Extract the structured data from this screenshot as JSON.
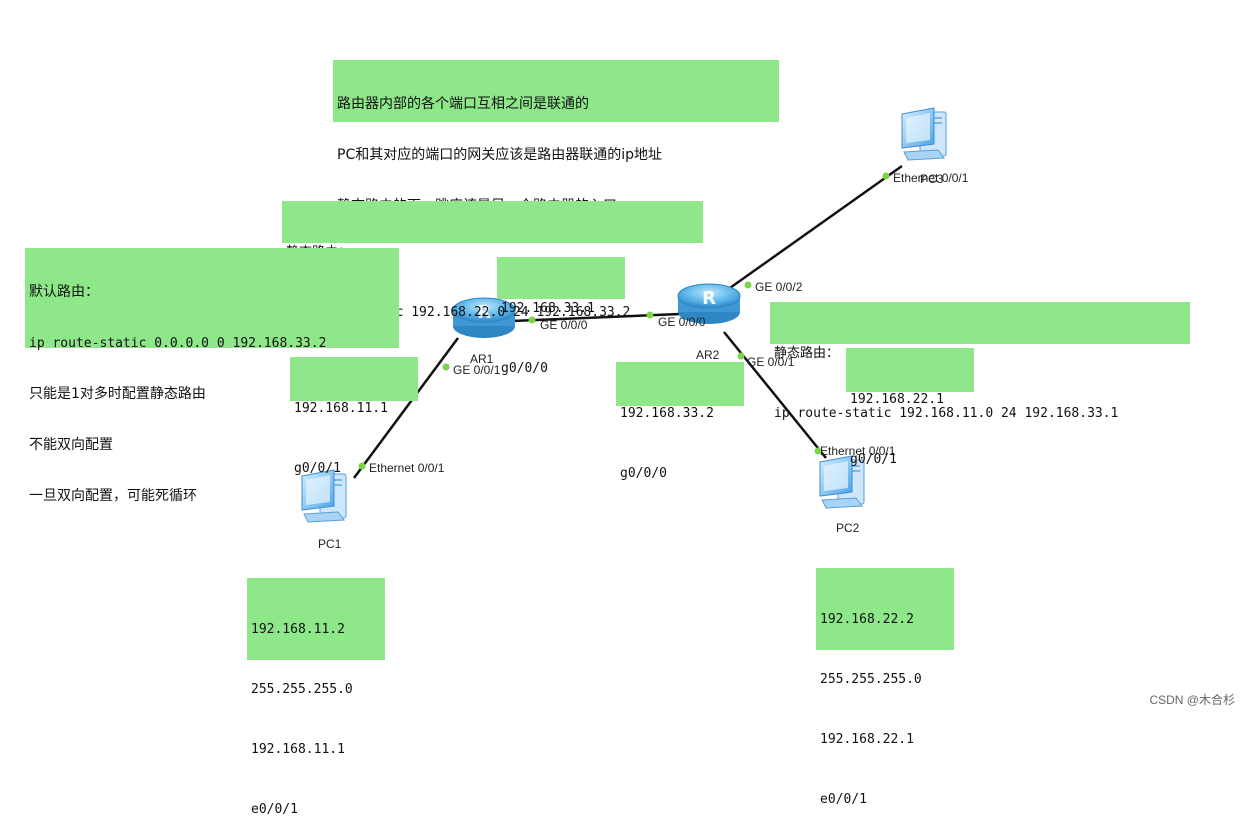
{
  "colors": {
    "note_bg": "#8ee88a",
    "link": "#111111",
    "port_dot": "#7ad34a",
    "router": "#4aa8e0",
    "pc": "#5aa8ea"
  },
  "notes": {
    "principles": {
      "lines": [
        "路由器内部的各个端口互相之间是联通的",
        "PC和其对应的端口的网关应该是路由器联通的ip地址",
        "静态路由的下一跳应该是另一个路由器的入口"
      ]
    },
    "static_ar1": {
      "lines": [
        "静态路由：",
        "ip route-static 192.168.22.0 24 192.168.33.2"
      ]
    },
    "default_route": {
      "lines": [
        "默认路由：",
        "ip route-static 0.0.0.0 0 192.168.33.2",
        "只能是1对多时配置静态路由",
        "不能双向配置",
        "一旦双向配置，可能死循环"
      ]
    },
    "ar1_g000": {
      "lines": [
        "192.168.33.1",
        "g0/0/0"
      ]
    },
    "ar1_g001": {
      "lines": [
        "192.168.11.1",
        "g0/0/1"
      ]
    },
    "ar2_g000": {
      "lines": [
        "192.168.33.2",
        "g0/0/0"
      ]
    },
    "static_ar2": {
      "lines": [
        "静态路由：",
        "ip route-static 192.168.11.0 24 192.168.33.1"
      ]
    },
    "ar2_g001": {
      "lines": [
        "192.168.22.1",
        "g0/0/1"
      ]
    },
    "pc1_cfg": {
      "lines": [
        "192.168.11.2",
        "255.255.255.0",
        "192.168.11.1",
        "e0/0/1"
      ]
    },
    "pc2_cfg": {
      "lines": [
        "192.168.22.2",
        "255.255.255.0",
        "192.168.22.1",
        "e0/0/1"
      ]
    }
  },
  "devices": {
    "ar1": {
      "name": "AR1",
      "icon": "router-icon"
    },
    "ar2": {
      "name": "AR2",
      "icon": "router-icon"
    },
    "pc1": {
      "name": "PC1",
      "icon": "pc-icon"
    },
    "pc2": {
      "name": "PC2",
      "icon": "pc-icon"
    },
    "pc3": {
      "name": "PC3",
      "icon": "pc-icon"
    }
  },
  "ports": {
    "ar1_ge000": "GE 0/0/0",
    "ar1_ge001": "GE 0/0/1",
    "ar2_ge000": "GE 0/0/0",
    "ar2_ge001": "GE 0/0/1",
    "ar2_ge002": "GE 0/0/2",
    "pc1_eth": "Ethernet 0/0/1",
    "pc2_eth": "Ethernet 0/0/1",
    "pc3_eth": "Ethernet 0/0/1"
  },
  "watermark": "CSDN @木合杉"
}
